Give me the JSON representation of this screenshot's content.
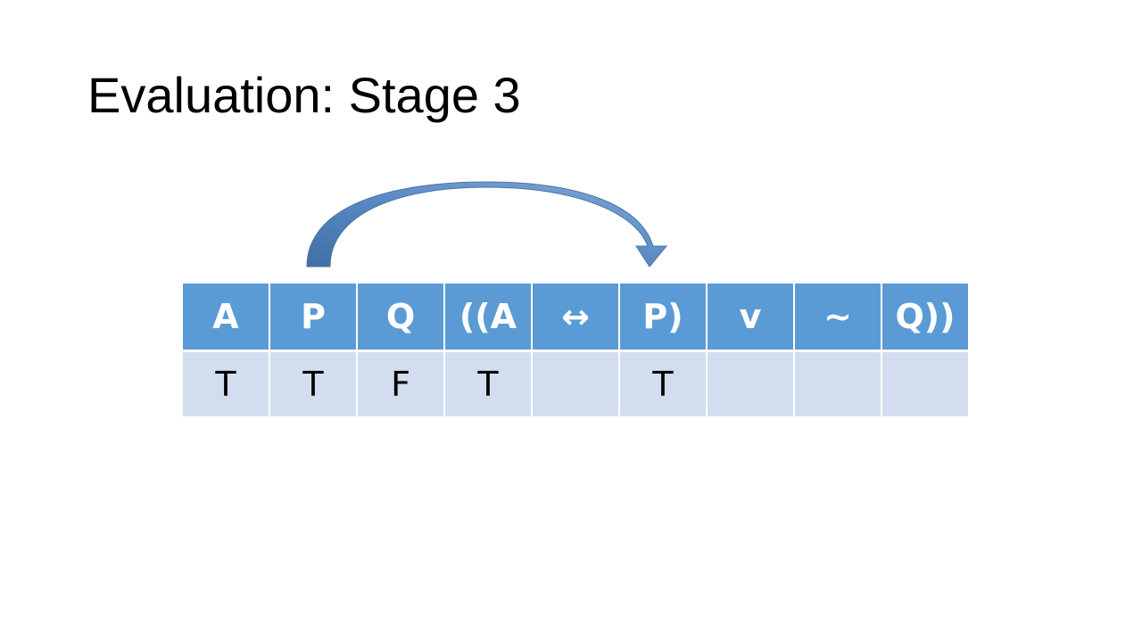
{
  "slide": {
    "title": "Evaluation: Stage 3"
  },
  "colors": {
    "header_fill": "#5b9bd5",
    "row_fill": "#d2deef",
    "arrow_fill": "#4f81bd"
  },
  "table": {
    "headers": [
      "A",
      "P",
      "Q",
      "((A",
      "↔",
      "P)",
      "v",
      "~",
      "Q))"
    ],
    "row": [
      "T",
      "T",
      "F",
      "T",
      "",
      "T",
      "",
      "",
      ""
    ]
  }
}
